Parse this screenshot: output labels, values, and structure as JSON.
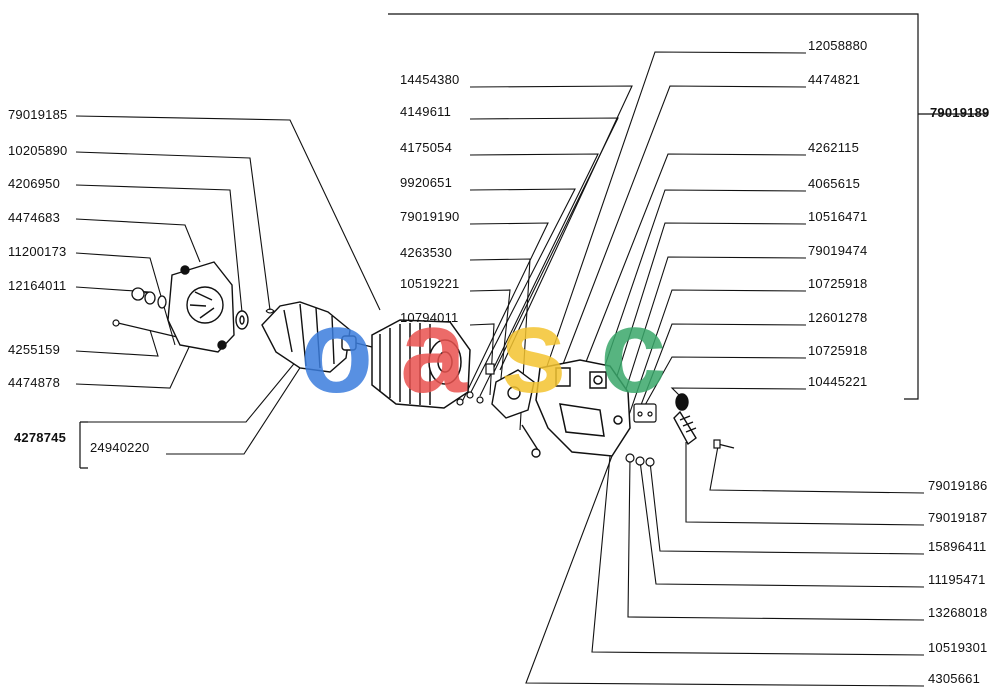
{
  "labels_left": [
    "79019185",
    "10205890",
    "4206950",
    "4474683",
    "11200173",
    "12164011",
    "4255159",
    "4474878"
  ],
  "group_left": {
    "code": "4278745",
    "child": "24940220"
  },
  "labels_center": [
    "14454380",
    "4149611",
    "4175054",
    "9920651",
    "79019190",
    "4263530",
    "10519221",
    "10794011"
  ],
  "labels_right_top": [
    "12058880",
    "4474821",
    "4262115",
    "4065615",
    "10516471",
    "79019474",
    "10725918",
    "12601278",
    "10725918",
    "10445221"
  ],
  "group_right": {
    "code": "79019189"
  },
  "labels_bottom_right": [
    "79019186",
    "79019187",
    "15896411",
    "11195471",
    "13268018",
    "10519301",
    "4305661"
  ],
  "watermark": {
    "text": "oasc",
    "colors": [
      "#3b7ddd",
      "#e9524f",
      "#f4c430",
      "#3aa86b"
    ]
  },
  "colors": {
    "ink": "#111111",
    "background": "#ffffff"
  }
}
